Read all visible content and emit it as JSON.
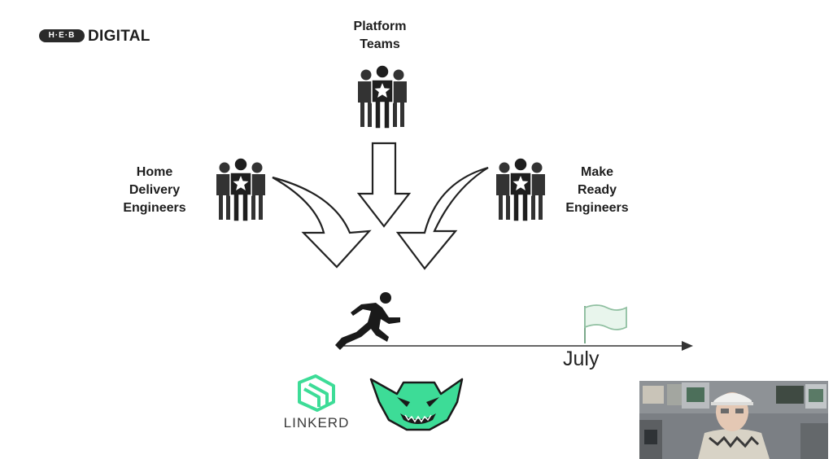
{
  "logo": {
    "brand_mark": "H·E·B",
    "text": "DIGITAL"
  },
  "groups": {
    "platform": {
      "lines": [
        "Platform",
        "Teams"
      ]
    },
    "home": {
      "lines": [
        "Home",
        "Delivery",
        "Engineers"
      ]
    },
    "make": {
      "lines": [
        "Make",
        "Ready",
        "Engineers"
      ]
    }
  },
  "timeline": {
    "milestone_label": "July"
  },
  "tools": {
    "linkerd_label": "LINKERD"
  },
  "colors": {
    "accent_green": "#3ddc97",
    "ink": "#1e1e1e"
  },
  "icons": [
    "team-icon",
    "star-icon",
    "curved-arrow-icon",
    "down-arrow-icon",
    "runner-icon",
    "flag-icon",
    "linkerd-logo-icon",
    "goblin-mascot-icon"
  ]
}
